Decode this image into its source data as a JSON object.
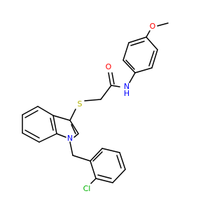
{
  "molecule": {
    "colors": {
      "bond": "#000000",
      "O": "#ff0000",
      "N": "#0000ff",
      "S": "#b3b300",
      "Cl": "#00b300",
      "background": "#ffffff"
    },
    "atoms": {
      "o_methoxy": "O",
      "o_carbonyl": "O",
      "n_amide": "N",
      "h_amide": "H",
      "s_thioether": "S",
      "n_indole": "N",
      "cl": "Cl"
    }
  }
}
